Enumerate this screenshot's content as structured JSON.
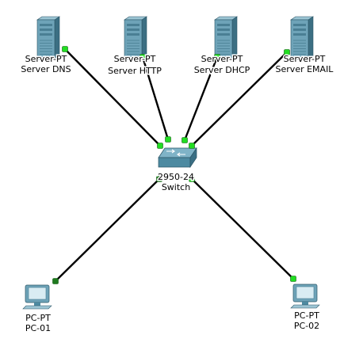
{
  "topology": {
    "devices": [
      {
        "id": "server-dns",
        "model": "Server-PT",
        "name": "Server DNS",
        "type": "server"
      },
      {
        "id": "server-http",
        "model": "Server-PT",
        "name": "Server HTTP",
        "type": "server"
      },
      {
        "id": "server-dhcp",
        "model": "Server-PT",
        "name": "Server DHCP",
        "type": "server"
      },
      {
        "id": "server-email",
        "model": "Server-PT",
        "name": "Server EMAIL",
        "type": "server"
      },
      {
        "id": "switch",
        "model": "2950-24",
        "name": "Switch",
        "type": "switch"
      },
      {
        "id": "pc-01",
        "model": "PC-PT",
        "name": "PC-01",
        "type": "pc"
      },
      {
        "id": "pc-02",
        "model": "PC-PT",
        "name": "PC-02",
        "type": "pc"
      }
    ],
    "links": [
      {
        "from": "server-dns",
        "to": "switch",
        "status": "up"
      },
      {
        "from": "server-http",
        "to": "switch",
        "status": "up"
      },
      {
        "from": "server-dhcp",
        "to": "switch",
        "status": "up"
      },
      {
        "from": "server-email",
        "to": "switch",
        "status": "up"
      },
      {
        "from": "switch",
        "to": "pc-01",
        "status": "pending"
      },
      {
        "from": "switch",
        "to": "pc-02",
        "status": "up"
      }
    ],
    "colors": {
      "link_line": "#000000",
      "port_up": "#22dd22",
      "port_pending": "#1f7a1f"
    }
  }
}
